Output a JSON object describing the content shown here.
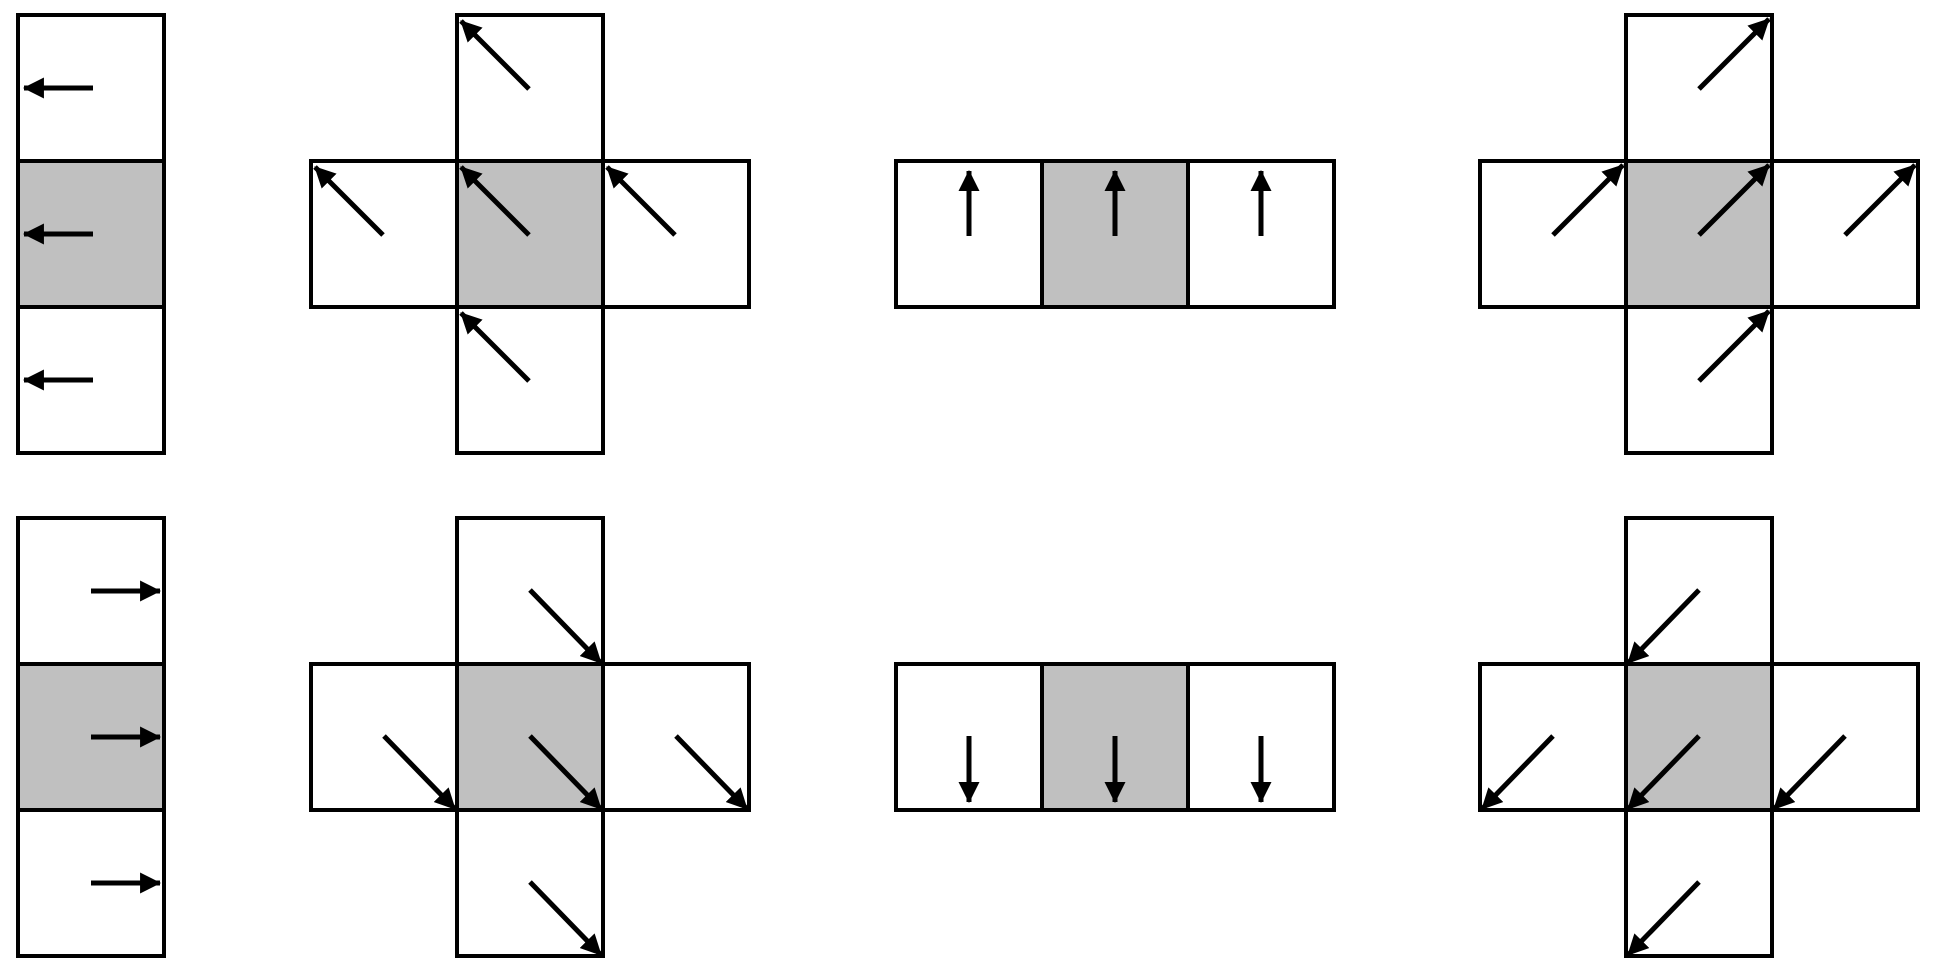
{
  "colors": {
    "background": "#ffffff",
    "cell_fill": "#ffffff",
    "center_fill": "#c0c0c0",
    "stroke": "#000000"
  },
  "patterns": [
    {
      "name": "vertical-line",
      "arrow_direction": "left",
      "cells": [
        "top",
        "center",
        "bottom"
      ]
    },
    {
      "name": "cross",
      "arrow_direction": "up-left",
      "cells": [
        "top",
        "left",
        "center",
        "right",
        "bottom"
      ]
    },
    {
      "name": "horizontal-line",
      "arrow_direction": "up",
      "cells": [
        "left",
        "center",
        "right"
      ]
    },
    {
      "name": "cross",
      "arrow_direction": "up-right",
      "cells": [
        "top",
        "left",
        "center",
        "right",
        "bottom"
      ]
    },
    {
      "name": "vertical-line",
      "arrow_direction": "right",
      "cells": [
        "top",
        "center",
        "bottom"
      ]
    },
    {
      "name": "cross",
      "arrow_direction": "down-right",
      "cells": [
        "top",
        "left",
        "center",
        "right",
        "bottom"
      ]
    },
    {
      "name": "horizontal-line",
      "arrow_direction": "down",
      "cells": [
        "left",
        "center",
        "right"
      ]
    },
    {
      "name": "cross",
      "arrow_direction": "down-left",
      "cells": [
        "top",
        "left",
        "center",
        "right",
        "bottom"
      ]
    }
  ]
}
